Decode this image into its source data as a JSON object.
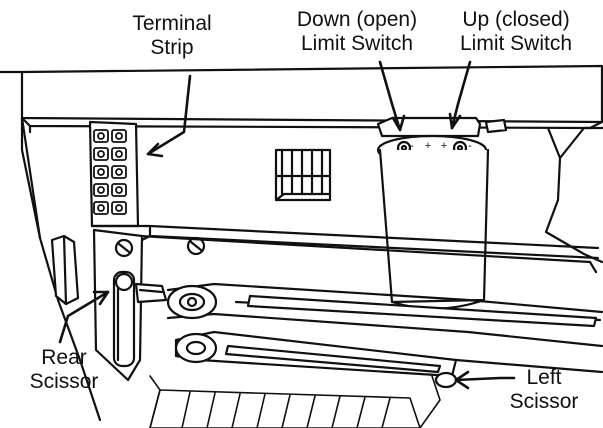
{
  "labels": {
    "terminal_strip": {
      "line1": "Terminal",
      "line2": "Strip"
    },
    "down_limit_switch": {
      "line1": "Down (open)",
      "line2": "Limit Switch"
    },
    "up_limit_switch": {
      "line1": "Up (closed)",
      "line2": "Limit Switch"
    },
    "rear_scissor": {
      "line1": "Rear",
      "line2": "Scissor"
    },
    "left_scissor": {
      "line1": "Left",
      "line2": "Scissor"
    }
  },
  "switch_marks": {
    "minus_left": "-",
    "plus_left": "+",
    "plus_right": "+",
    "minus_right": "-"
  }
}
